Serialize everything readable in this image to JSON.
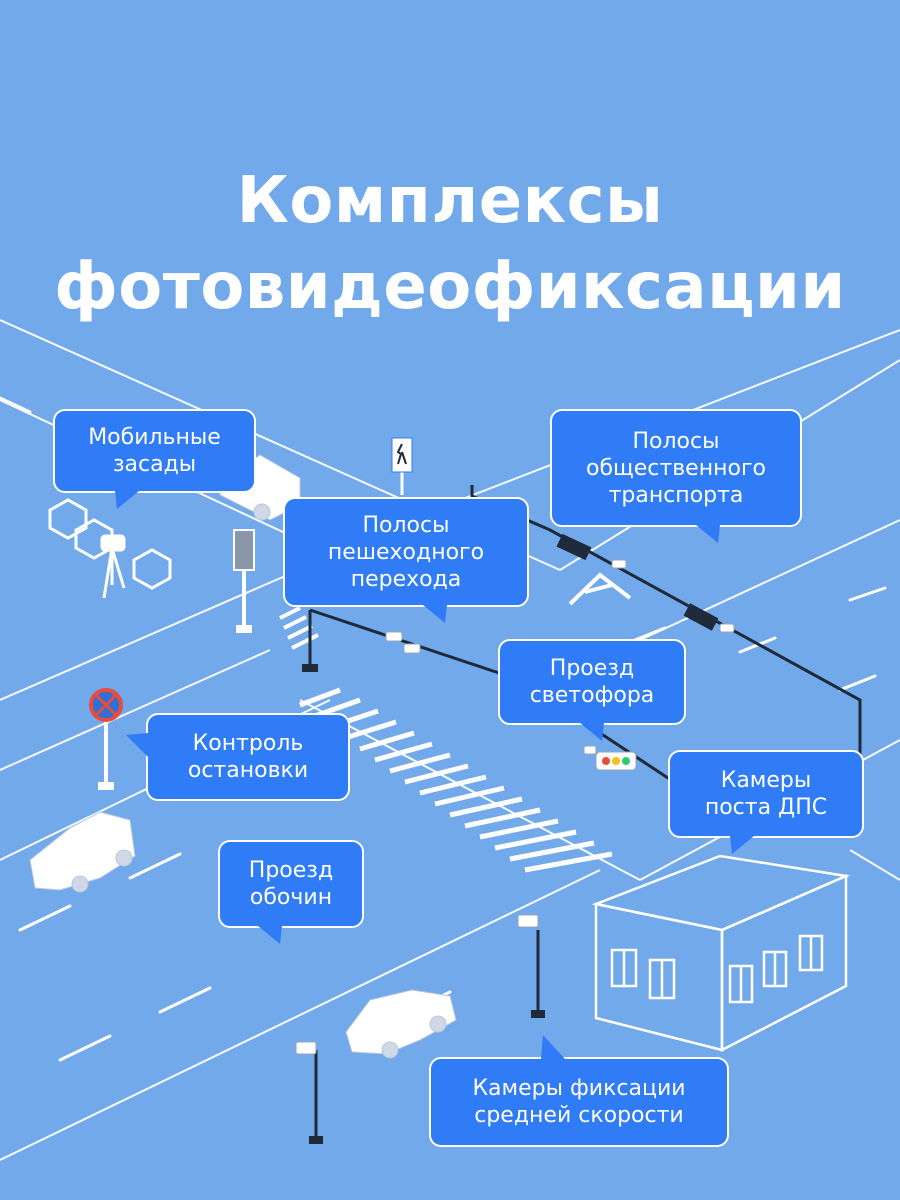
{
  "title": {
    "line1": "Комплексы",
    "line2": "фотовидеофиксации"
  },
  "callouts": {
    "mobile": "Мобильные\nзасады",
    "public_transport": "Полосы\nобщественного\nтранспорта",
    "pedestrian": "Полосы\nпешеходного\nперехода",
    "traffic_light": "Проезд\nсветофора",
    "stop_control": "Контроль\nостановки",
    "dps_cameras": "Камеры\nпоста ДПС",
    "shoulder": "Проезд\nобочин",
    "average_speed": "Камеры фиксации\nсредней скорости"
  },
  "colors": {
    "background": "#72a9ea",
    "callout": "#2f7cf6",
    "line": "#ffffff",
    "pole": "#1f2a3a"
  },
  "icons": [
    "pedestrian-crossing-sign-icon",
    "no-stopping-sign-icon",
    "traffic-light-icon",
    "camera-icon"
  ]
}
